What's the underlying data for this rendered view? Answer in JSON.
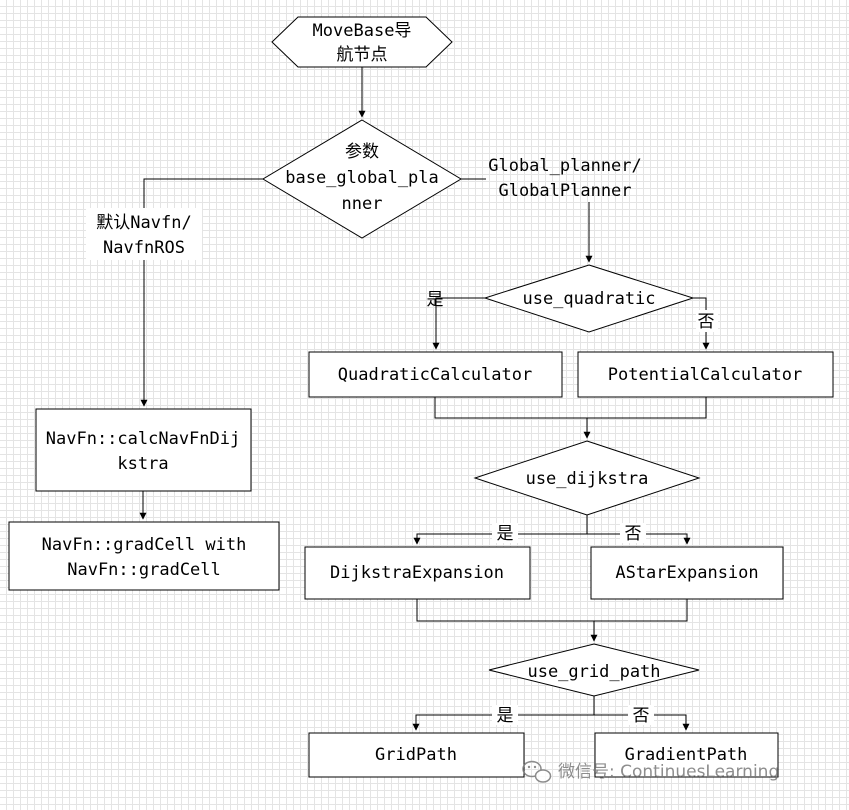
{
  "nodes": {
    "start": [
      "MoveBase导",
      "航节点"
    ],
    "param": [
      "参数",
      "base_global_pla",
      "nner"
    ],
    "navfn_calc": [
      "NavFn::calcNavFnDij",
      "kstra"
    ],
    "navfn_grad": [
      "NavFn::gradCell with",
      "NavFn::gradCell"
    ],
    "use_quadratic": "use_quadratic",
    "quadratic_calc": "QuadraticCalculator",
    "potential_calc": "PotentialCalculator",
    "use_dijkstra": "use_dijkstra",
    "dijkstra_exp": "DijkstraExpansion",
    "astar_exp": "AStarExpansion",
    "use_grid_path": "use_grid_path",
    "grid_path": "GridPath",
    "gradient_path": "GradientPath"
  },
  "edge_labels": {
    "default_navfn": [
      "默认Navfn/",
      "NavfnROS"
    ],
    "global_planner": [
      "Global_planner/",
      "GlobalPlanner"
    ],
    "quadratic_yes": "是",
    "quadratic_no": "否",
    "dijkstra_yes": "是",
    "dijkstra_no": "否",
    "grid_yes": "是",
    "grid_no": "否"
  },
  "watermark": "微信号: ContinuesLearning"
}
